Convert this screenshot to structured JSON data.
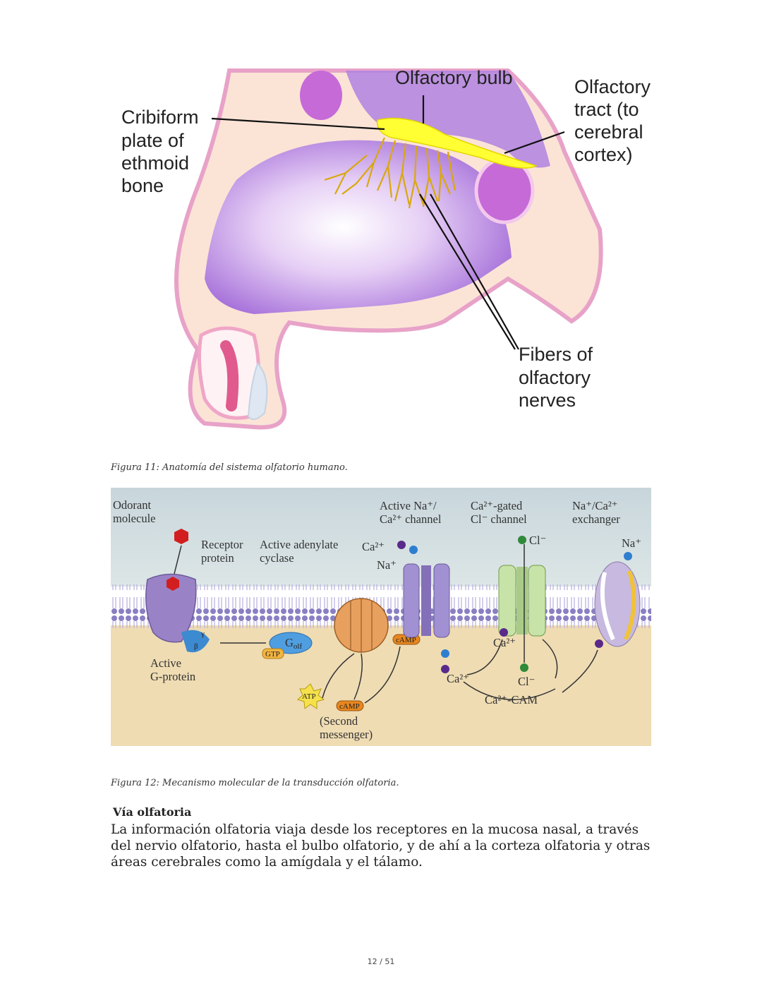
{
  "figure1": {
    "labels": {
      "bulb": "Olfactory bulb",
      "cribriform": [
        "Cribiform",
        "plate of",
        "ethmoid",
        "bone"
      ],
      "tract": [
        "Olfactory",
        "tract (to",
        "cerebral",
        "cortex)"
      ],
      "fibers": [
        "Fibers of",
        "olfactory",
        "nerves"
      ]
    },
    "caption": "Figura 11: Anatomía del sistema olfatorio humano."
  },
  "figure2": {
    "labels": {
      "odorant": [
        "Odorant",
        "molecule"
      ],
      "receptor": [
        "Receptor",
        "protein"
      ],
      "adenylate": [
        "Active adenylate",
        "cyclase"
      ],
      "na_channel": [
        "Active Na⁺/",
        "Ca²⁺ channel"
      ],
      "cl_channel": [
        "Ca²⁺-gated",
        "Cl⁻ channel"
      ],
      "exchanger": [
        "Na⁺/Ca²⁺",
        "exchanger"
      ],
      "ca_in": "Ca²⁺",
      "na_in": "Na⁺",
      "cl_out": "Cl⁻",
      "na_out": "Na⁺",
      "gprotein": [
        "Active",
        "G-protein"
      ],
      "beta": "β",
      "gamma": "γ",
      "golf": "G",
      "golf_sub": "olf",
      "gtp": "GTP",
      "atp": "ATP",
      "camp": "cAMP",
      "second": [
        "(Second",
        "messenger)"
      ],
      "ca2_center": "Ca²⁺",
      "ca2_upper": "Ca²⁺",
      "cl_lower": "Cl⁻",
      "cacam": "Ca²⁺-CAM"
    },
    "caption": "Figura 12: Mecanismo molecular de la transducción olfatoria."
  },
  "section": {
    "heading": "Vía olfatoria",
    "paragraph": "La información olfatoria viaja desde los receptores en la mucosa nasal, a través del nervio olfatorio, hasta el bulbo olfatorio, y de ahí a la corteza olfatoria y otras áreas cerebrales como la amígdala y el tálamo."
  },
  "page": {
    "number": "12 / 51"
  }
}
